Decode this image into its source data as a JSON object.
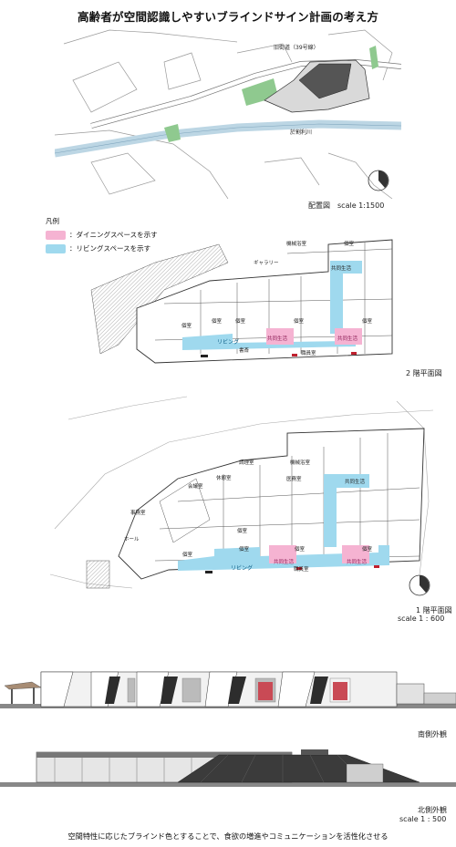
{
  "title": "高齢者が空間認識しやすいブラインドサイン計画の考え方",
  "site_plan": {
    "road_label": "旧街道（39号線）",
    "river_label": "於割利川",
    "caption": "配置図　scale 1:1500"
  },
  "legend": {
    "heading": "凡例",
    "items": [
      {
        "label": "：ダイニングスペースを示す",
        "color": "#f5b3d2"
      },
      {
        "label": "：リビングスペースを示す",
        "color": "#9fd9ee"
      }
    ]
  },
  "floor2": {
    "caption": "2 階平面図",
    "rooms": {
      "machine1": "機械浴室",
      "private_top": "個室",
      "gallery": "ギャラリー",
      "common_top": "共同生活",
      "living": "リビング",
      "common_a": "共同生活",
      "common_b": "共同生活",
      "private1": "個室",
      "private2": "個室",
      "private3": "個室",
      "private4": "個室",
      "private5": "個室",
      "study": "書斎",
      "office": "職員室"
    }
  },
  "floor1": {
    "caption": "1 階平面図",
    "scale": "scale 1 : 600",
    "rooms": {
      "kitchen": "調理室",
      "machine": "機械浴室",
      "meeting": "会議室",
      "rest": "休憩室",
      "medical": "医務室",
      "common_top": "共同生活",
      "office": "事務室",
      "hall": "ホール",
      "living": "リビング",
      "common_a": "共同生活",
      "common_b": "共同生活",
      "private1": "個室",
      "private2": "個室",
      "private3": "個室",
      "private4": "個室",
      "private5": "個室",
      "staff": "職員室"
    }
  },
  "elevation_south": {
    "caption": "南側外観"
  },
  "elevation_north": {
    "caption": "北側外観",
    "scale": "scale 1 : 500"
  },
  "footer": "空間特性に応じたブラインド色とすることで、食欲の増進やコミュニケーションを活性化させる"
}
